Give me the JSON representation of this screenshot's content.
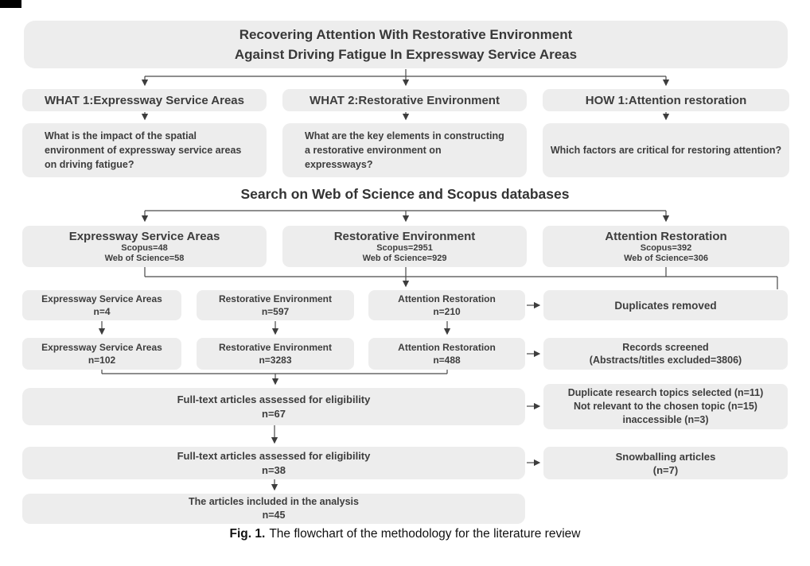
{
  "figure": {
    "title_line1": "Recovering Attention With Restorative Environment",
    "title_line2": "Against Driving Fatigue In Expressway Service Areas",
    "caption_label": "Fig. 1.",
    "caption_text": "The flowchart of the methodology for the literature review"
  },
  "colors": {
    "box_background": "#ededed",
    "text": "#3d3d3d",
    "connector_line": "#4a4a4a"
  },
  "research_questions": {
    "col1": {
      "heading": "WHAT 1:Expressway Service Areas",
      "question": "What is the impact of the spatial environment of expressway service areas on driving fatigue?"
    },
    "col2": {
      "heading": "WHAT 2:Restorative Environment",
      "question": "What are the key elements in constructing a restorative environment on expressways?"
    },
    "col3": {
      "heading": "HOW 1:Attention restoration",
      "question": "Which factors are critical for restoring attention?"
    }
  },
  "search": {
    "heading": "Search on Web of Science and Scopus databases",
    "col1": {
      "title": "Expressway Service Areas",
      "scopus": "Scopus=48",
      "wos": "Web of Science=58"
    },
    "col2": {
      "title": "Restorative Environment",
      "scopus": "Scopus=2951",
      "wos": "Web of Science=929"
    },
    "col3": {
      "title": "Attention Restoration",
      "scopus": "Scopus=392",
      "wos": "Web of Science=306"
    }
  },
  "screening": {
    "row1": {
      "col1": {
        "title": "Expressway Service Areas",
        "count": "n=4"
      },
      "col2": {
        "title": "Restorative Environment",
        "count": "n=597"
      },
      "col3": {
        "title": "Attention Restoration",
        "count": "n=210"
      },
      "note": "Duplicates removed"
    },
    "row2": {
      "col1": {
        "title": "Expressway Service Areas",
        "count": "n=102"
      },
      "col2": {
        "title": "Restorative Environment",
        "count": "n=3283"
      },
      "col3": {
        "title": "Attention Restoration",
        "count": "n=488"
      },
      "note_line1": "Records screened",
      "note_line2": "(Abstracts/titles excluded=3806)"
    },
    "eligibility1": {
      "title": "Full-text articles assessed for eligibility",
      "count": "n=67",
      "note_line1": "Duplicate research topics selected (n=11)",
      "note_line2": "Not relevant to the chosen topic (n=15)",
      "note_line3": "inaccessible (n=3)"
    },
    "eligibility2": {
      "title": "Full-text articles assessed for eligibility",
      "count": "n=38",
      "note_line1": "Snowballing articles",
      "note_line2": "(n=7)"
    },
    "included": {
      "title": "The articles included in the analysis",
      "count": "n=45"
    }
  }
}
